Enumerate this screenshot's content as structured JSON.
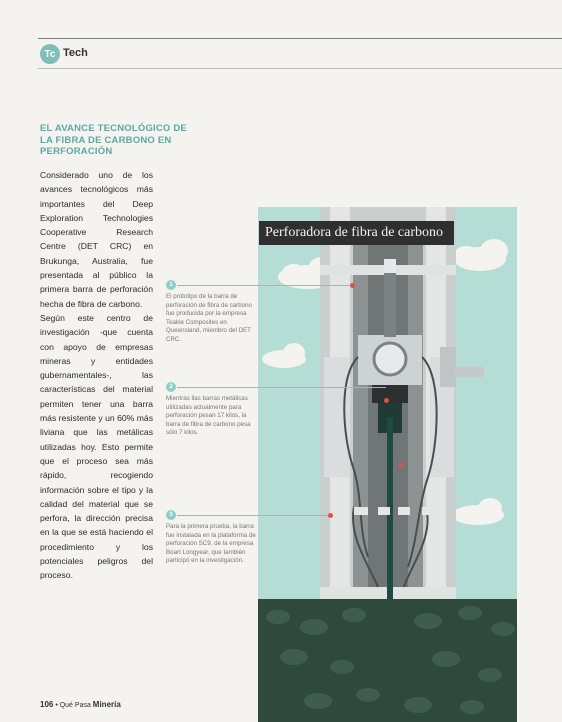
{
  "header": {
    "badge": "Tc",
    "section": "Tech"
  },
  "article": {
    "heading": "EL AVANCE TECNOLÓGICO DE LA FIBRA DE CARBONO EN PERFORACIÓN",
    "paragraph1": "Considerado uno de los avances tecnológicos más importantes del Deep Exploration Technologies Cooperative Research Centre (DET CRC) en Brukunga, Australia, fue presentada al público la primera barra de perforación hecha de fibra de carbono.",
    "paragraph2": "Según este centro de investigación -que cuenta con apoyo de empresas mineras y entidades gubernamentales-, las características del material permiten tener una barra más resistente y un 60% más liviana que las metálicas utilizadas hoy. Esto permite que el proceso sea más rápido, recogiendo información sobre el tipo y la calidad del material que se perfora, la dirección precisa en la que se está haciendo el procedimiento y los potenciales peligros del proceso."
  },
  "figure": {
    "title": "Perforadora de fibra de carbono",
    "callouts": [
      {
        "number": "1",
        "text": "El prototipo de la barra de perforación de fibra de carbono fue producida por la empresa Teakle Composites en Queensland, miembro del DET CRC."
      },
      {
        "number": "2",
        "text": "Mientras llas barras metálicas utilizadas actualmente para perforación pesan 17 kilos, la barra de fibra de carbono pesa sólo 7 kilos."
      },
      {
        "number": "3",
        "text": "Para la primera prueba, la barra fue instalada en la plataforma de perforación SC9, de la empresa Boart Longyear, que también participó en la investigación."
      }
    ]
  },
  "footer": {
    "page": "106",
    "separator": "•",
    "publication": "Qué Pasa ",
    "brand": "Minería"
  },
  "colors": {
    "accent": "#5aa9a3",
    "sky": "#b4ddd5",
    "ground": "#2f4a3c",
    "marker": "#e1533e"
  }
}
